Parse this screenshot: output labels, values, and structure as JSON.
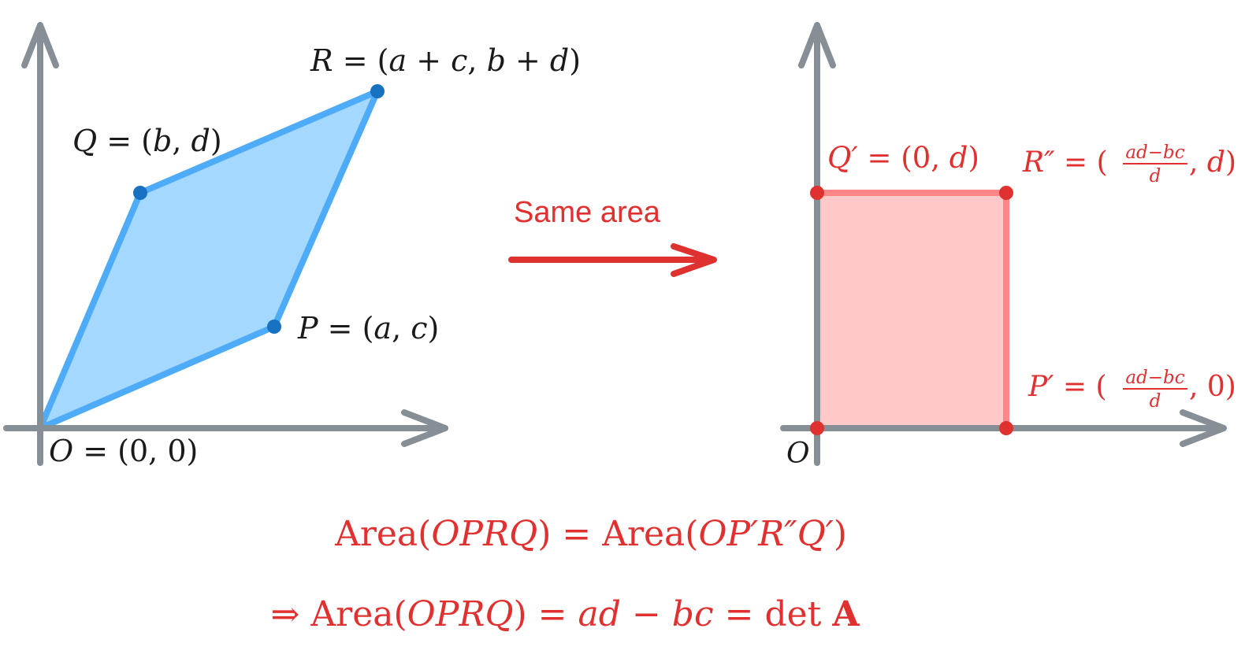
{
  "colors": {
    "axis": "#868e96",
    "parallelogram_fill": "#a5d8ff",
    "parallelogram_stroke": "#4dabf7",
    "point_blue": "#1971c2",
    "rectangle_fill": "#ffc9c9",
    "rectangle_stroke": "#ff8787",
    "point_red": "#e03131",
    "text_red": "#e0302f",
    "text_black": "#1a1a1a"
  },
  "left_figure": {
    "point_O": {
      "name": "O",
      "eq": " = (0, 0)"
    },
    "point_P": {
      "name": "P",
      "eq": " = (",
      "a": "a",
      "comma": ", ",
      "c": "c",
      "close": ")"
    },
    "point_Q": {
      "name": "Q",
      "eq": " = (",
      "b": "b",
      "comma": ", ",
      "d": "d",
      "close": ")"
    },
    "point_R": {
      "name": "R",
      "eq": " = (",
      "a": "a",
      "plus1": " + ",
      "c": "c",
      "comma": ", ",
      "b": "b",
      "plus2": " + ",
      "d": "d",
      "close": ")"
    }
  },
  "transform_arrow": {
    "label": "Same area"
  },
  "right_figure": {
    "origin_label": "O",
    "point_Q_prime": {
      "name": "Q′",
      "eq": " = (0, ",
      "d": "d",
      "close": ")"
    },
    "point_R_dprime": {
      "name": "R″",
      "eq": " = (",
      "frac_num": "ad−bc",
      "frac_den": "d",
      "comma": ", ",
      "d": "d",
      "close": ")"
    },
    "point_P_prime": {
      "name": "P′",
      "eq": " = (",
      "frac_num": "ad−bc",
      "frac_den": "d",
      "tail": ", 0)"
    }
  },
  "equations": {
    "line1": {
      "area1": "Area(",
      "vars1": "OPRQ",
      "mid": ") = Area(",
      "vars2": "OP′R″Q′",
      "close": ")"
    },
    "line2": {
      "implies": "⇒ ",
      "area": "Area(",
      "vars": "OPRQ",
      "eq1": ") = ",
      "ad": "ad",
      "minus": " − ",
      "bc": "bc",
      "eq2": " = det ",
      "A": "A"
    }
  }
}
